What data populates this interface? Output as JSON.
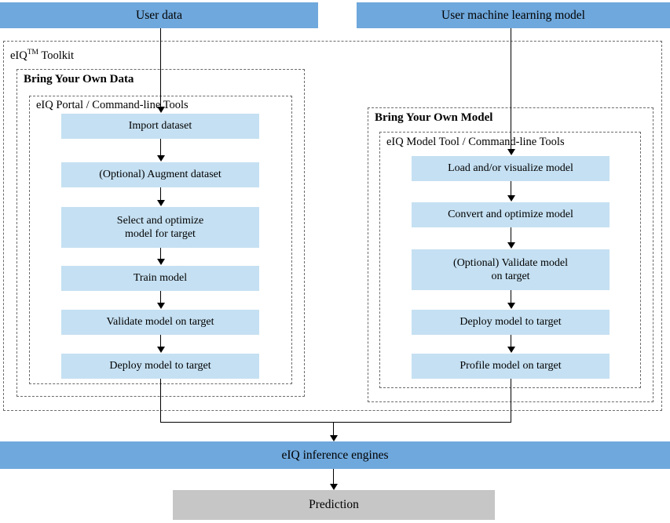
{
  "diagram": {
    "title_top_left": "User data",
    "title_top_right": "User machine learning model",
    "toolkit_label": "eIQ",
    "toolkit_label_sup": "TM",
    "toolkit_label_tail": " Toolkit",
    "left_branch": {
      "group_label": "Bring Your Own Data",
      "tools_label": "eIQ Portal / Command-line Tools",
      "steps": [
        "Import dataset",
        "(Optional) Augment dataset",
        "Select and optimize\nmodel for target",
        "Train model",
        "Validate model on target",
        "Deploy model to target"
      ]
    },
    "right_branch": {
      "group_label": "Bring Your Own Model",
      "tools_label": "eIQ Model Tool / Command-line Tools",
      "steps": [
        "Load and/or visualize model",
        "Convert and optimize model",
        "(Optional) Validate model\non target",
        "Deploy model to target",
        "Profile model on target"
      ]
    },
    "inference_engines": "eIQ inference engines",
    "prediction": "Prediction",
    "colors": {
      "banner_blue": "#6FA8DC",
      "process_blue": "#C5E0F2",
      "prediction_gray": "#C6C6C6",
      "dashed_border": "#6B6B6B",
      "connector": "#000000"
    }
  }
}
